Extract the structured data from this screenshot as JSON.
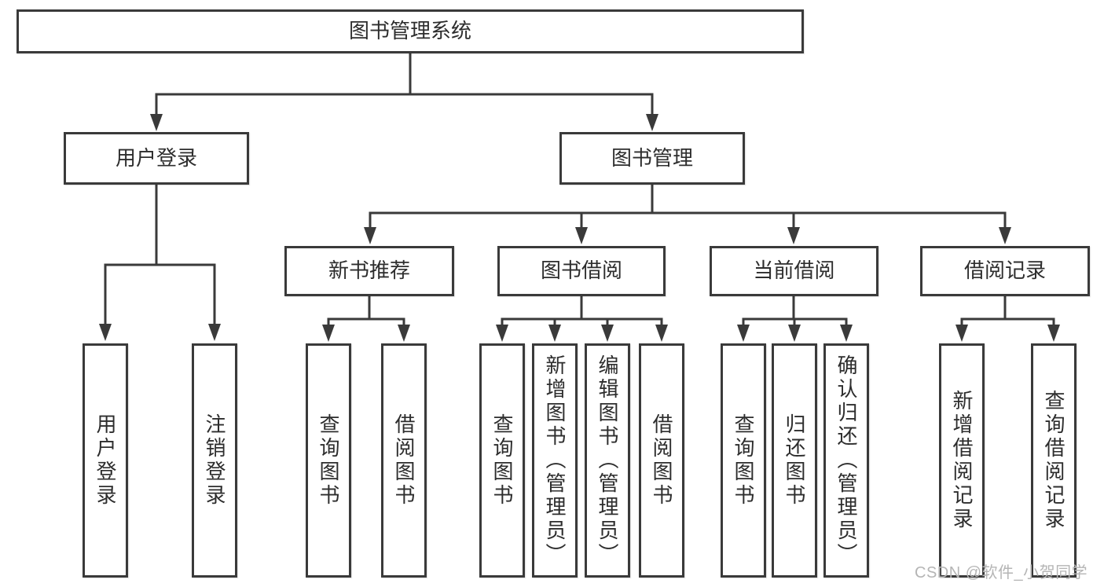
{
  "diagram": {
    "type": "org-tree",
    "tree": {
      "label": "图书管理系统",
      "children": [
        {
          "label": "用户登录",
          "children": [
            {
              "label": "用户登录"
            },
            {
              "label": "注销登录"
            }
          ]
        },
        {
          "label": "图书管理",
          "children": [
            {
              "label": "新书推荐",
              "children": [
                {
                  "label": "查询图书"
                },
                {
                  "label": "借阅图书"
                }
              ]
            },
            {
              "label": "图书借阅",
              "children": [
                {
                  "label": "查询图书"
                },
                {
                  "label": "新增图书（管理员）"
                },
                {
                  "label": "编辑图书（管理员）"
                },
                {
                  "label": "借阅图书"
                }
              ]
            },
            {
              "label": "当前借阅",
              "children": [
                {
                  "label": "查询图书"
                },
                {
                  "label": "归还图书"
                },
                {
                  "label": "确认归还（管理员）"
                }
              ]
            },
            {
              "label": "借阅记录",
              "children": [
                {
                  "label": "新增借阅记录"
                },
                {
                  "label": "查询借阅记录"
                }
              ]
            }
          ]
        }
      ]
    }
  },
  "watermark": {
    "text": "CSDN @软件_小贺同学"
  },
  "colors": {
    "line": "#3a3a3a",
    "text": "#2d2d2d",
    "watermark": "#b5b5b5",
    "background": "#ffffff"
  }
}
